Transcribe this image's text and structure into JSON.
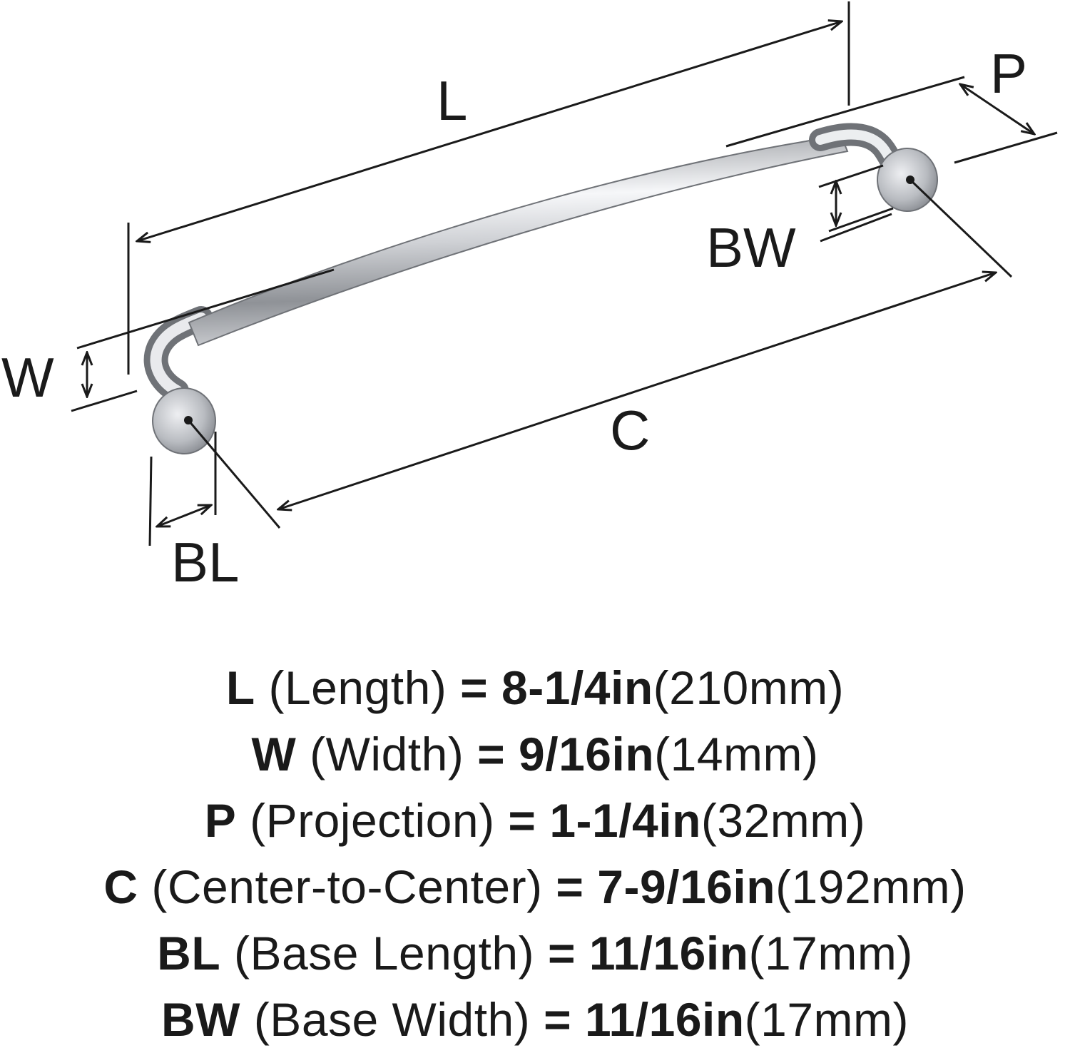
{
  "diagram": {
    "labels": {
      "L": "L",
      "P": "P",
      "BW": "BW",
      "W": "W",
      "C": "C",
      "BL": "BL"
    }
  },
  "specs": [
    {
      "key": "L",
      "name": "(Length)",
      "eq": "=",
      "imperial": "8-1/4in",
      "metric": "(210mm)"
    },
    {
      "key": "W",
      "name": "(Width)",
      "eq": "=",
      "imperial": "9/16in",
      "metric": "(14mm)"
    },
    {
      "key": "P",
      "name": "(Projection)",
      "eq": "=",
      "imperial": "1-1/4in",
      "metric": "(32mm)"
    },
    {
      "key": "C",
      "name": "(Center-to-Center)",
      "eq": "=",
      "imperial": "7-9/16in",
      "metric": "(192mm)"
    },
    {
      "key": "BL",
      "name": "(Base Length)",
      "eq": "=",
      "imperial": "11/16in",
      "metric": "(17mm)"
    },
    {
      "key": "BW",
      "name": "(Base Width)",
      "eq": "=",
      "imperial": "11/16in",
      "metric": "(17mm)"
    }
  ],
  "colors": {
    "line": "#1a1a1a",
    "metal_dark": "#7a7d82",
    "metal_light": "#f4f5f7"
  }
}
